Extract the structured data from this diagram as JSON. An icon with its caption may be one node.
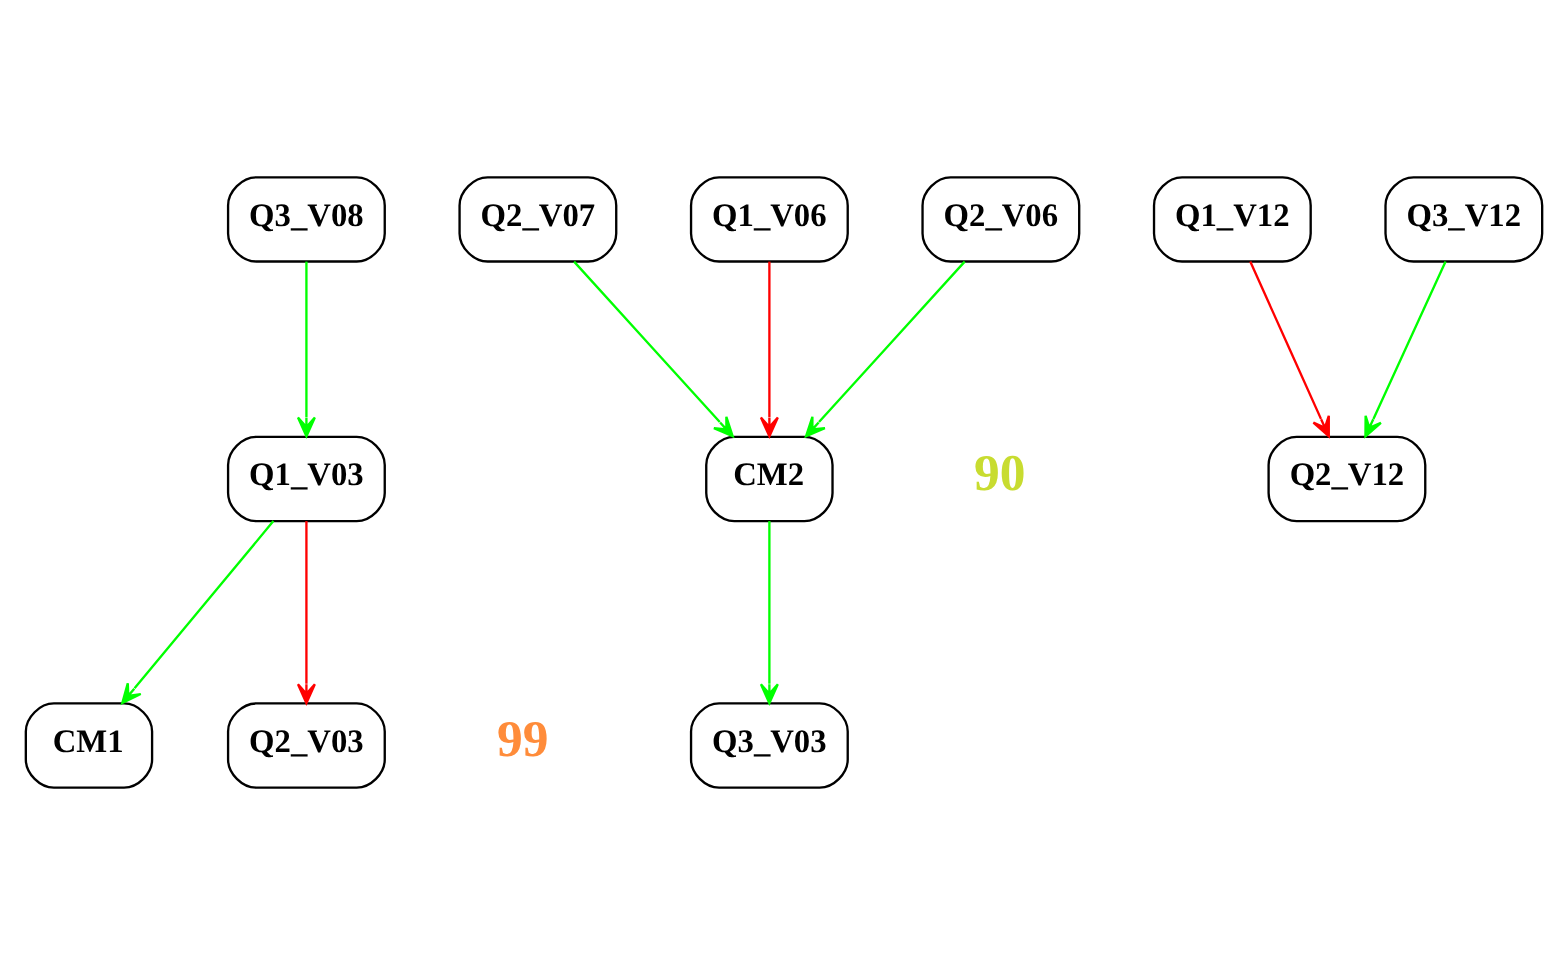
{
  "diagram": {
    "nodes": [
      {
        "text": [
          "Q3_V08"
        ]
      },
      {
        "text": [
          "Q2_V07"
        ]
      },
      {
        "text": [
          "Q1_V06"
        ]
      },
      {
        "text": [
          "Q2_V06"
        ]
      },
      {
        "text": [
          "Q1_V12"
        ]
      },
      {
        "text": [
          "Q3_V12"
        ]
      },
      {
        "text": [
          "Q1_V03"
        ]
      },
      {
        "text": [
          "CM2"
        ]
      },
      {
        "text": [
          "Q2_V12"
        ]
      },
      {
        "text": [
          "CM1"
        ]
      },
      {
        "text": [
          "Q2_V03"
        ]
      },
      {
        "text": [
          "Q3_V03"
        ]
      }
    ],
    "edges": [
      {
        "from": 0,
        "to": 6,
        "arrow": "to"
      },
      {
        "from": 1,
        "to": 7,
        "arrow": "to"
      },
      {
        "from": 2,
        "to": 7,
        "arrow": "to",
        "color": "#ff0000"
      },
      {
        "from": 3,
        "to": 7,
        "arrow": "to"
      },
      {
        "from": 4,
        "to": 8,
        "arrow": "to",
        "color": "#ff0000"
      },
      {
        "from": 5,
        "to": 8,
        "arrow": "to"
      },
      {
        "from": 6,
        "to": 9,
        "arrow": "to"
      },
      {
        "from": 6,
        "to": 10,
        "arrow": "to",
        "color": "#ff0000"
      },
      {
        "from": 7,
        "to": 11,
        "arrow": "to"
      }
    ],
    "labels": [
      "90",
      "99"
    ]
  }
}
